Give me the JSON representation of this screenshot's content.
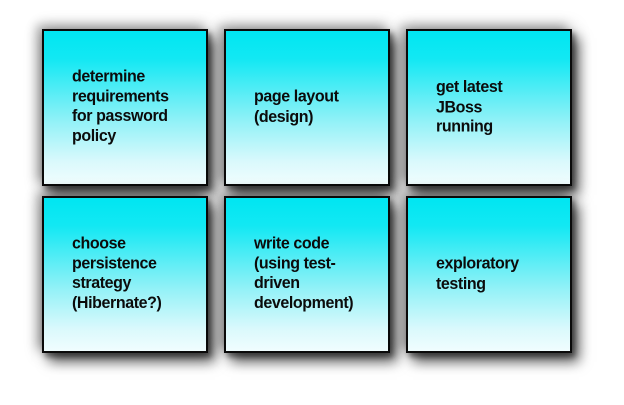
{
  "page": {
    "background_color": "#ffffff"
  },
  "board": {
    "card_top_color": "#00e6f2",
    "card_bottom_color": "#f0fdfe",
    "card_border_color": "#0a0a0a",
    "card_text_color": "#0b0b0b",
    "cards": [
      {
        "text": "determine\nrequirements\nfor password\npolicy"
      },
      {
        "text": "page layout\n(design)"
      },
      {
        "text": "get latest\nJBoss\nrunning"
      },
      {
        "text": "choose\npersistence\nstrategy\n(Hibernate?)"
      },
      {
        "text": "write code\n(using test-\ndriven\ndevelopment)"
      },
      {
        "text": "exploratory\ntesting"
      }
    ]
  }
}
